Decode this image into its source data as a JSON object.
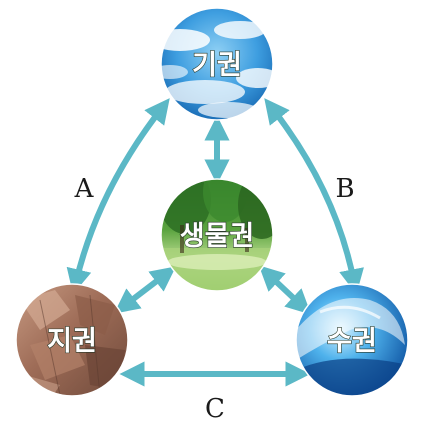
{
  "spheres": {
    "atmosphere": "기권",
    "biosphere": "생물권",
    "geosphere": "지권",
    "hydrosphere": "수권"
  },
  "edges": {
    "a": "A",
    "b": "B",
    "c": "C"
  },
  "colors": {
    "arrow": "#5bb8c6",
    "label_text": "#ffffff"
  }
}
